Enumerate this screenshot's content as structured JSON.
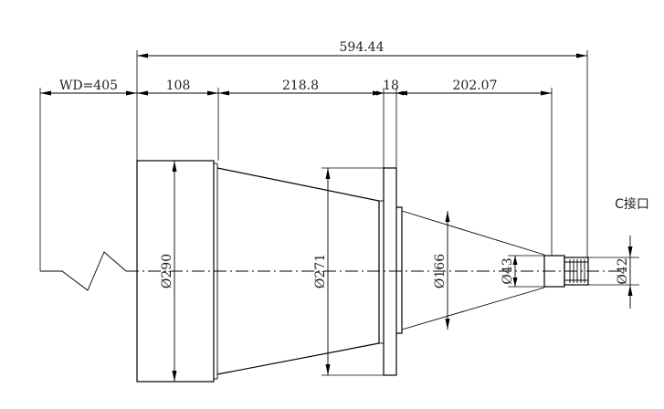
{
  "dimensions": {
    "overall_length": "594.44",
    "working_distance": "WD=405",
    "segment_1": "108",
    "segment_2": "218.8",
    "segment_3": "18",
    "segment_4": "202.07"
  },
  "diameters": {
    "front_body": "Ø290",
    "flange_cone": "Ø271",
    "rear_cone": "Ø166",
    "neck": "Ø43",
    "c_mount": "Ø42"
  },
  "notes": {
    "mount_type": "C接口"
  }
}
